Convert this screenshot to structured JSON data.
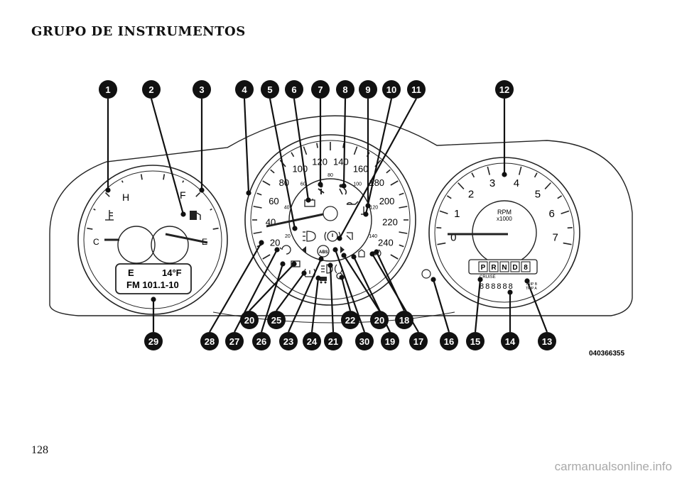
{
  "heading": "GRUPO DE INSTRUMENTOS",
  "page_number": "128",
  "watermark": "carmanualsonline.info",
  "figure_code": "040366355",
  "callouts": {
    "top": [
      "1",
      "2",
      "3",
      "4",
      "5",
      "6",
      "7",
      "8",
      "9",
      "10",
      "11",
      "12"
    ],
    "mid": [
      "20",
      "25",
      "22",
      "20",
      "18"
    ],
    "bottom": [
      "29",
      "28",
      "27",
      "26",
      "23",
      "24",
      "21",
      "30",
      "19",
      "17",
      "16",
      "15",
      "14",
      "13"
    ]
  },
  "left_gauge": {
    "hot_mark": "H",
    "full_mark": "F",
    "cold_mark": "C",
    "empty_mark": "E"
  },
  "left_display": {
    "line1_left": "E",
    "line1_right": "14°F",
    "line2": "FM  101.1-10"
  },
  "speedometer": {
    "mph_labels": [
      "20",
      "40",
      "60",
      "80",
      "100",
      "120",
      "140",
      "160",
      "180",
      "200",
      "220",
      "240"
    ],
    "kmh_labels": [
      "20",
      "40",
      "60",
      "80",
      "100",
      "120",
      "140"
    ]
  },
  "tachometer": {
    "labels": [
      "0",
      "1",
      "2",
      "3",
      "4",
      "5",
      "6",
      "7"
    ],
    "unit": "RPM",
    "multiplier": "x1000"
  },
  "gear_display": {
    "gears": [
      "P",
      "R",
      "N",
      "D",
      "8"
    ],
    "cruise": "CRUISE",
    "odometer": "888888",
    "trip_b": "TRIP B",
    "trip_a": "TRIP A"
  },
  "indicators": {
    "abs": "ABS"
  },
  "icons": [
    "coolant-temp-icon",
    "fuel-pump-icon",
    "battery-icon",
    "seatbelt-icon",
    "airbag-icon",
    "oil-pressure-icon",
    "temp-icon",
    "brake-icon",
    "esc-off-icon",
    "high-beam-icon",
    "turn-left-icon",
    "turn-right-icon",
    "check-engine-icon",
    "tire-pressure-icon",
    "abs-icon",
    "fog-icon",
    "security-icon",
    "front-fog-icon",
    "electronic-throttle-icon",
    "hdc-icon"
  ]
}
